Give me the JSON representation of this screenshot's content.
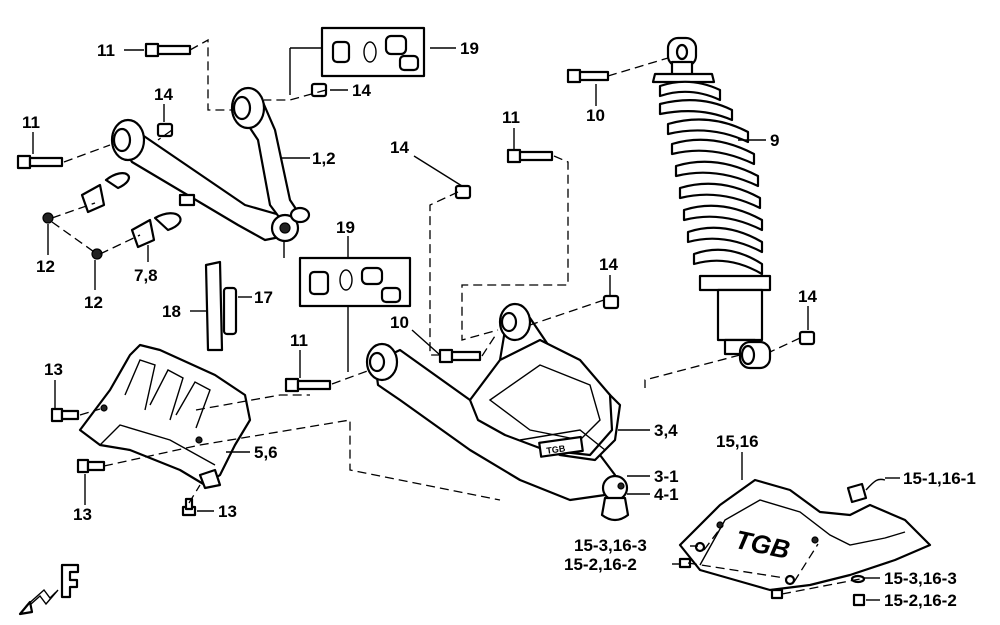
{
  "callouts": {
    "c11a": "11",
    "c19a": "19",
    "c14a": "14",
    "c14b": "14",
    "c11b": "11",
    "c1_2": "1,2",
    "c12a": "12",
    "c7_8": "7,8",
    "c12b": "12",
    "c18": "18",
    "c17": "17",
    "c13a": "13",
    "c19b": "19",
    "c11c": "11",
    "c10a": "10",
    "c14c": "14",
    "c11d": "11",
    "c14d": "14",
    "c10b": "10",
    "c9": "9",
    "c14e": "14",
    "c3_4": "3,4",
    "c5_6": "5,6",
    "c13b": "13",
    "c13c": "13",
    "c3_1": "3-1",
    "c4_1": "4-1",
    "c15_16": "15,16",
    "c15_1": "15-1,16-1",
    "c15_3a": "15-3,16-3",
    "c15_2a": "15-2,16-2",
    "c15_3b": "15-3,16-3",
    "c15_2b": "15-2,16-2"
  },
  "marks": {
    "skid_plate_logo": "TGB",
    "arm_label": "TGB"
  },
  "icon_names": [
    "front-direction-arrow-icon"
  ]
}
